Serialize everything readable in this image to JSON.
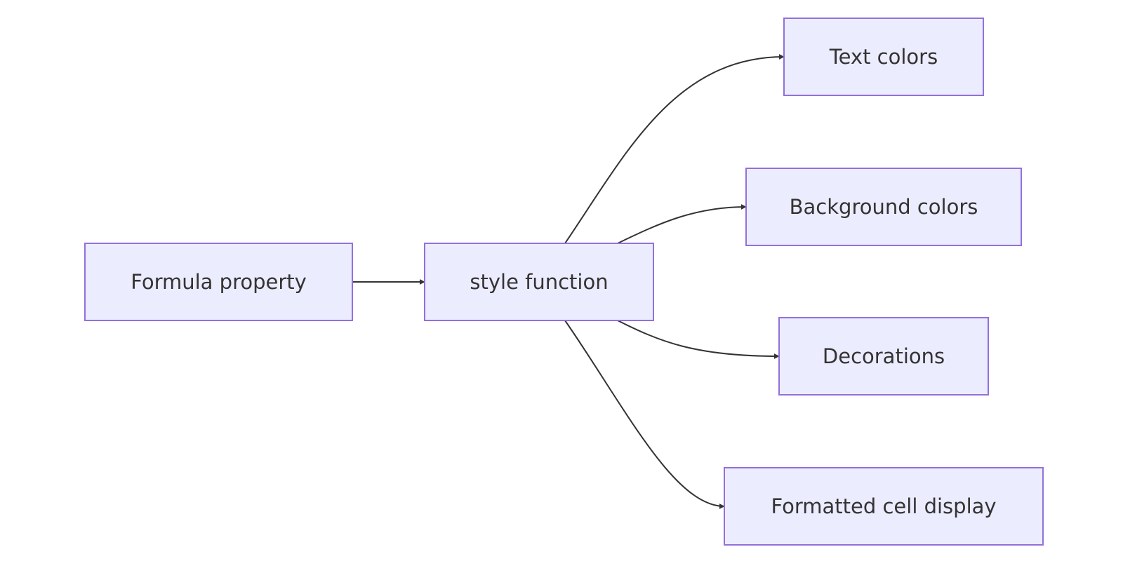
{
  "diagram": {
    "type": "flowchart",
    "colors": {
      "node_fill": "#ececff",
      "node_stroke": "#9370db",
      "edge": "#333333",
      "text": "#333333"
    },
    "nodes": {
      "formula": "Formula property",
      "style": "style function",
      "text": "Text colors",
      "background": "Background colors",
      "decorations": "Decorations",
      "formatted": "Formatted cell display"
    },
    "edges": [
      {
        "from": "formula",
        "to": "style"
      },
      {
        "from": "style",
        "to": "text"
      },
      {
        "from": "style",
        "to": "background"
      },
      {
        "from": "style",
        "to": "decorations"
      },
      {
        "from": "style",
        "to": "formatted"
      }
    ]
  }
}
